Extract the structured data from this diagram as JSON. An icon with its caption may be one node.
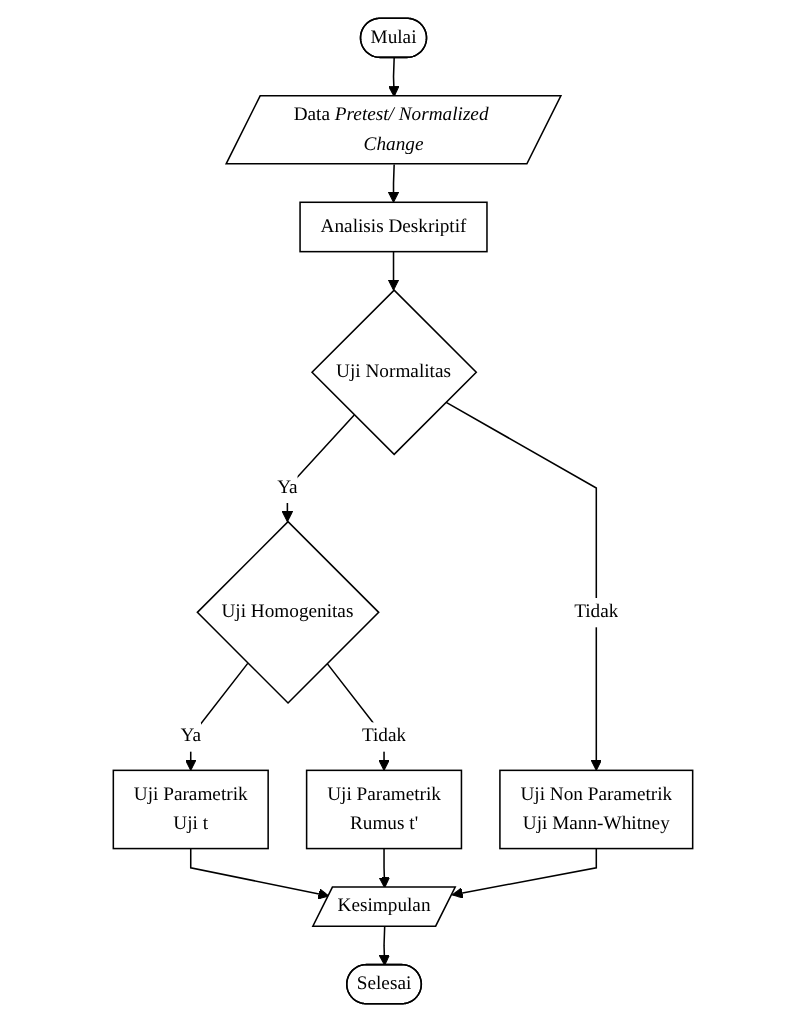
{
  "diagram": {
    "nodes": [
      {
        "text": [
          "Mulai"
        ]
      },
      {
        "text": [
          "Data *Pretest/ Normalized Change*"
        ]
      },
      {
        "text": [
          "Analisis Deskriptif"
        ]
      },
      {
        "text": [
          "Uji Normalitas"
        ]
      },
      {
        "text": [
          "Uji Homogenitas"
        ]
      },
      {
        "text": [
          "Uji Parametrik",
          "Uji t"
        ]
      },
      {
        "text": [
          "Uji Parametrik",
          "Rumus t'"
        ]
      },
      {
        "text": [
          "Uji Non Parametrik",
          "Uji Mann-Whitney"
        ]
      },
      {
        "text": [
          "Kesimpulan"
        ]
      },
      {
        "text": [
          "Selesai"
        ]
      }
    ],
    "edges": [
      {
        "from": 0,
        "to": 1,
        "arrow": "to"
      },
      {
        "from": 1,
        "to": 2,
        "arrow": "to"
      },
      {
        "from": 2,
        "to": 3,
        "arrow": "to"
      },
      {
        "from": 3,
        "to": 4,
        "arrow": "to",
        "label": "Ya"
      },
      {
        "from": 3,
        "to": 7,
        "arrow": "to",
        "label": "Tidak"
      },
      {
        "from": 4,
        "to": 5,
        "arrow": "to",
        "label": "Ya"
      },
      {
        "from": 4,
        "to": 6,
        "arrow": "to",
        "label": "Tidak"
      },
      {
        "from": 5,
        "to": 8,
        "arrow": "to"
      },
      {
        "from": 6,
        "to": 8,
        "arrow": "to"
      },
      {
        "from": 7,
        "to": 8,
        "arrow": "to"
      },
      {
        "from": 8,
        "to": 9,
        "arrow": "to"
      }
    ]
  }
}
